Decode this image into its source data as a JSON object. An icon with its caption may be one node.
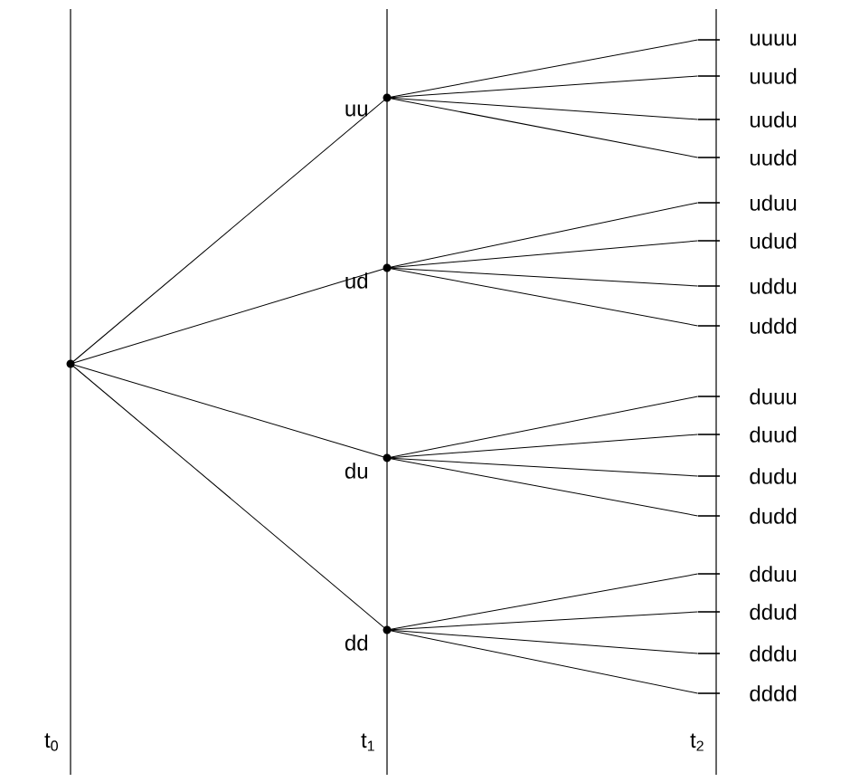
{
  "diagram": {
    "nodes": [
      {
        "text": [],
        "shape": "circle"
      },
      {
        "text": [],
        "shape": "circle",
        "beside": [
          "uu"
        ]
      },
      {
        "text": [],
        "shape": "circle",
        "beside": [
          "ud"
        ]
      },
      {
        "text": [],
        "shape": "circle",
        "beside": [
          "du"
        ]
      },
      {
        "text": [],
        "shape": "circle",
        "beside": [
          "dd"
        ]
      },
      {
        "text": [],
        "shape": "bar",
        "beside": [
          "uuuu"
        ]
      },
      {
        "text": [],
        "shape": "bar",
        "beside": [
          "uuud"
        ]
      },
      {
        "text": [],
        "shape": "bar",
        "beside": [
          "uudu"
        ]
      },
      {
        "text": [],
        "shape": "bar",
        "beside": [
          "uudd"
        ]
      },
      {
        "text": [],
        "shape": "bar",
        "beside": [
          "uduu"
        ]
      },
      {
        "text": [],
        "shape": "bar",
        "beside": [
          "udud"
        ]
      },
      {
        "text": [],
        "shape": "bar",
        "beside": [
          "uddu"
        ]
      },
      {
        "text": [],
        "shape": "bar",
        "beside": [
          "uddd"
        ]
      },
      {
        "text": [],
        "shape": "bar",
        "beside": [
          "duuu"
        ]
      },
      {
        "text": [],
        "shape": "bar",
        "beside": [
          "duud"
        ]
      },
      {
        "text": [],
        "shape": "bar",
        "beside": [
          "dudu"
        ]
      },
      {
        "text": [],
        "shape": "bar",
        "beside": [
          "dudd"
        ]
      },
      {
        "text": [],
        "shape": "bar",
        "beside": [
          "dduu"
        ]
      },
      {
        "text": [],
        "shape": "bar",
        "beside": [
          "ddud"
        ]
      },
      {
        "text": [],
        "shape": "bar",
        "beside": [
          "dddu"
        ]
      },
      {
        "text": [],
        "shape": "bar",
        "beside": [
          "dddd"
        ]
      }
    ],
    "edges": [
      {
        "from": 0,
        "to": 1,
        "arrow": "none"
      },
      {
        "from": 0,
        "to": 2,
        "arrow": "none"
      },
      {
        "from": 0,
        "to": 3,
        "arrow": "none"
      },
      {
        "from": 0,
        "to": 4,
        "arrow": "none"
      },
      {
        "from": 1,
        "to": 5,
        "arrow": "none"
      },
      {
        "from": 1,
        "to": 6,
        "arrow": "none"
      },
      {
        "from": 1,
        "to": 7,
        "arrow": "none"
      },
      {
        "from": 1,
        "to": 8,
        "arrow": "none"
      },
      {
        "from": 2,
        "to": 9,
        "arrow": "none"
      },
      {
        "from": 2,
        "to": 10,
        "arrow": "none"
      },
      {
        "from": 2,
        "to": 11,
        "arrow": "none"
      },
      {
        "from": 2,
        "to": 12,
        "arrow": "none"
      },
      {
        "from": 3,
        "to": 13,
        "arrow": "none"
      },
      {
        "from": 3,
        "to": 14,
        "arrow": "none"
      },
      {
        "from": 3,
        "to": 15,
        "arrow": "none"
      },
      {
        "from": 3,
        "to": 16,
        "arrow": "none"
      },
      {
        "from": 4,
        "to": 17,
        "arrow": "none"
      },
      {
        "from": 4,
        "to": 18,
        "arrow": "none"
      },
      {
        "from": 4,
        "to": 19,
        "arrow": "none"
      },
      {
        "from": 4,
        "to": 20,
        "arrow": "none"
      }
    ],
    "labels": [
      "t$_{0}$",
      "t$_{1}$",
      "t$_{2}$"
    ]
  }
}
